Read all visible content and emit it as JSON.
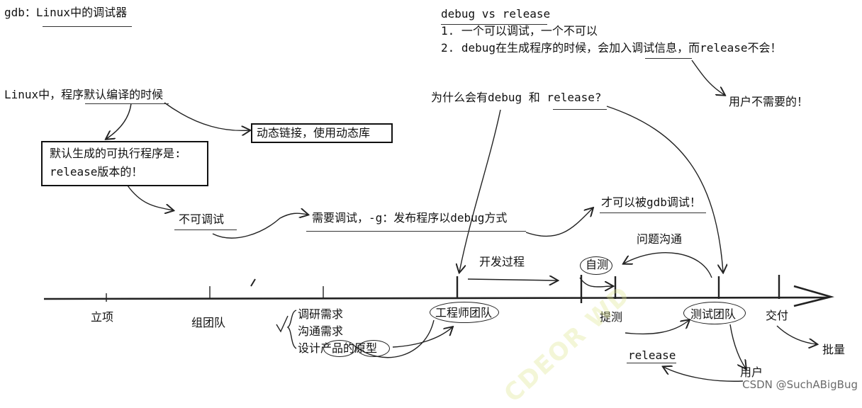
{
  "notes": {
    "gdb_title": "gdb：Linux中的调试器",
    "linux_default": "Linux中，程序默认编译的时候",
    "dynamic_link": "动态链接，使用动态库",
    "default_exec_line1": "默认生成的可执行程序是:",
    "default_exec_line2": "release版本的！",
    "not_debuggable": "不可调试",
    "need_debug": "需要调试，-g：发布程序以debug方式",
    "can_gdb": "才可以被gdb调试！",
    "why": "为什么会有debug 和 release?",
    "dvr_title": "debug vs release",
    "dvr_1": "1. 一个可以调试，一个不可以",
    "dvr_2": "2. debug在生成程序的时候，会加入调试信息，而release不会！",
    "user_no_need": "用户不需要的！",
    "dev_process": "开发过程",
    "self_test": "自测",
    "issue_comm": "问题沟通",
    "release_label": "release",
    "batch": "批量",
    "user": "用户"
  },
  "timeline": {
    "stages": [
      {
        "id": "lixiang",
        "label": "立项"
      },
      {
        "id": "zutuandui",
        "label": "组团队"
      },
      {
        "id": "engineer",
        "label": "工程师团队"
      },
      {
        "id": "submit_test",
        "label": "提测"
      },
      {
        "id": "test_team",
        "label": "测试团队"
      },
      {
        "id": "deliver",
        "label": "交付"
      }
    ],
    "requirements": [
      "调研需求",
      "沟通需求",
      "设计产品的原型"
    ]
  },
  "watermark": "CDEOR WD",
  "credit": "CSDN @SuchABigBug"
}
